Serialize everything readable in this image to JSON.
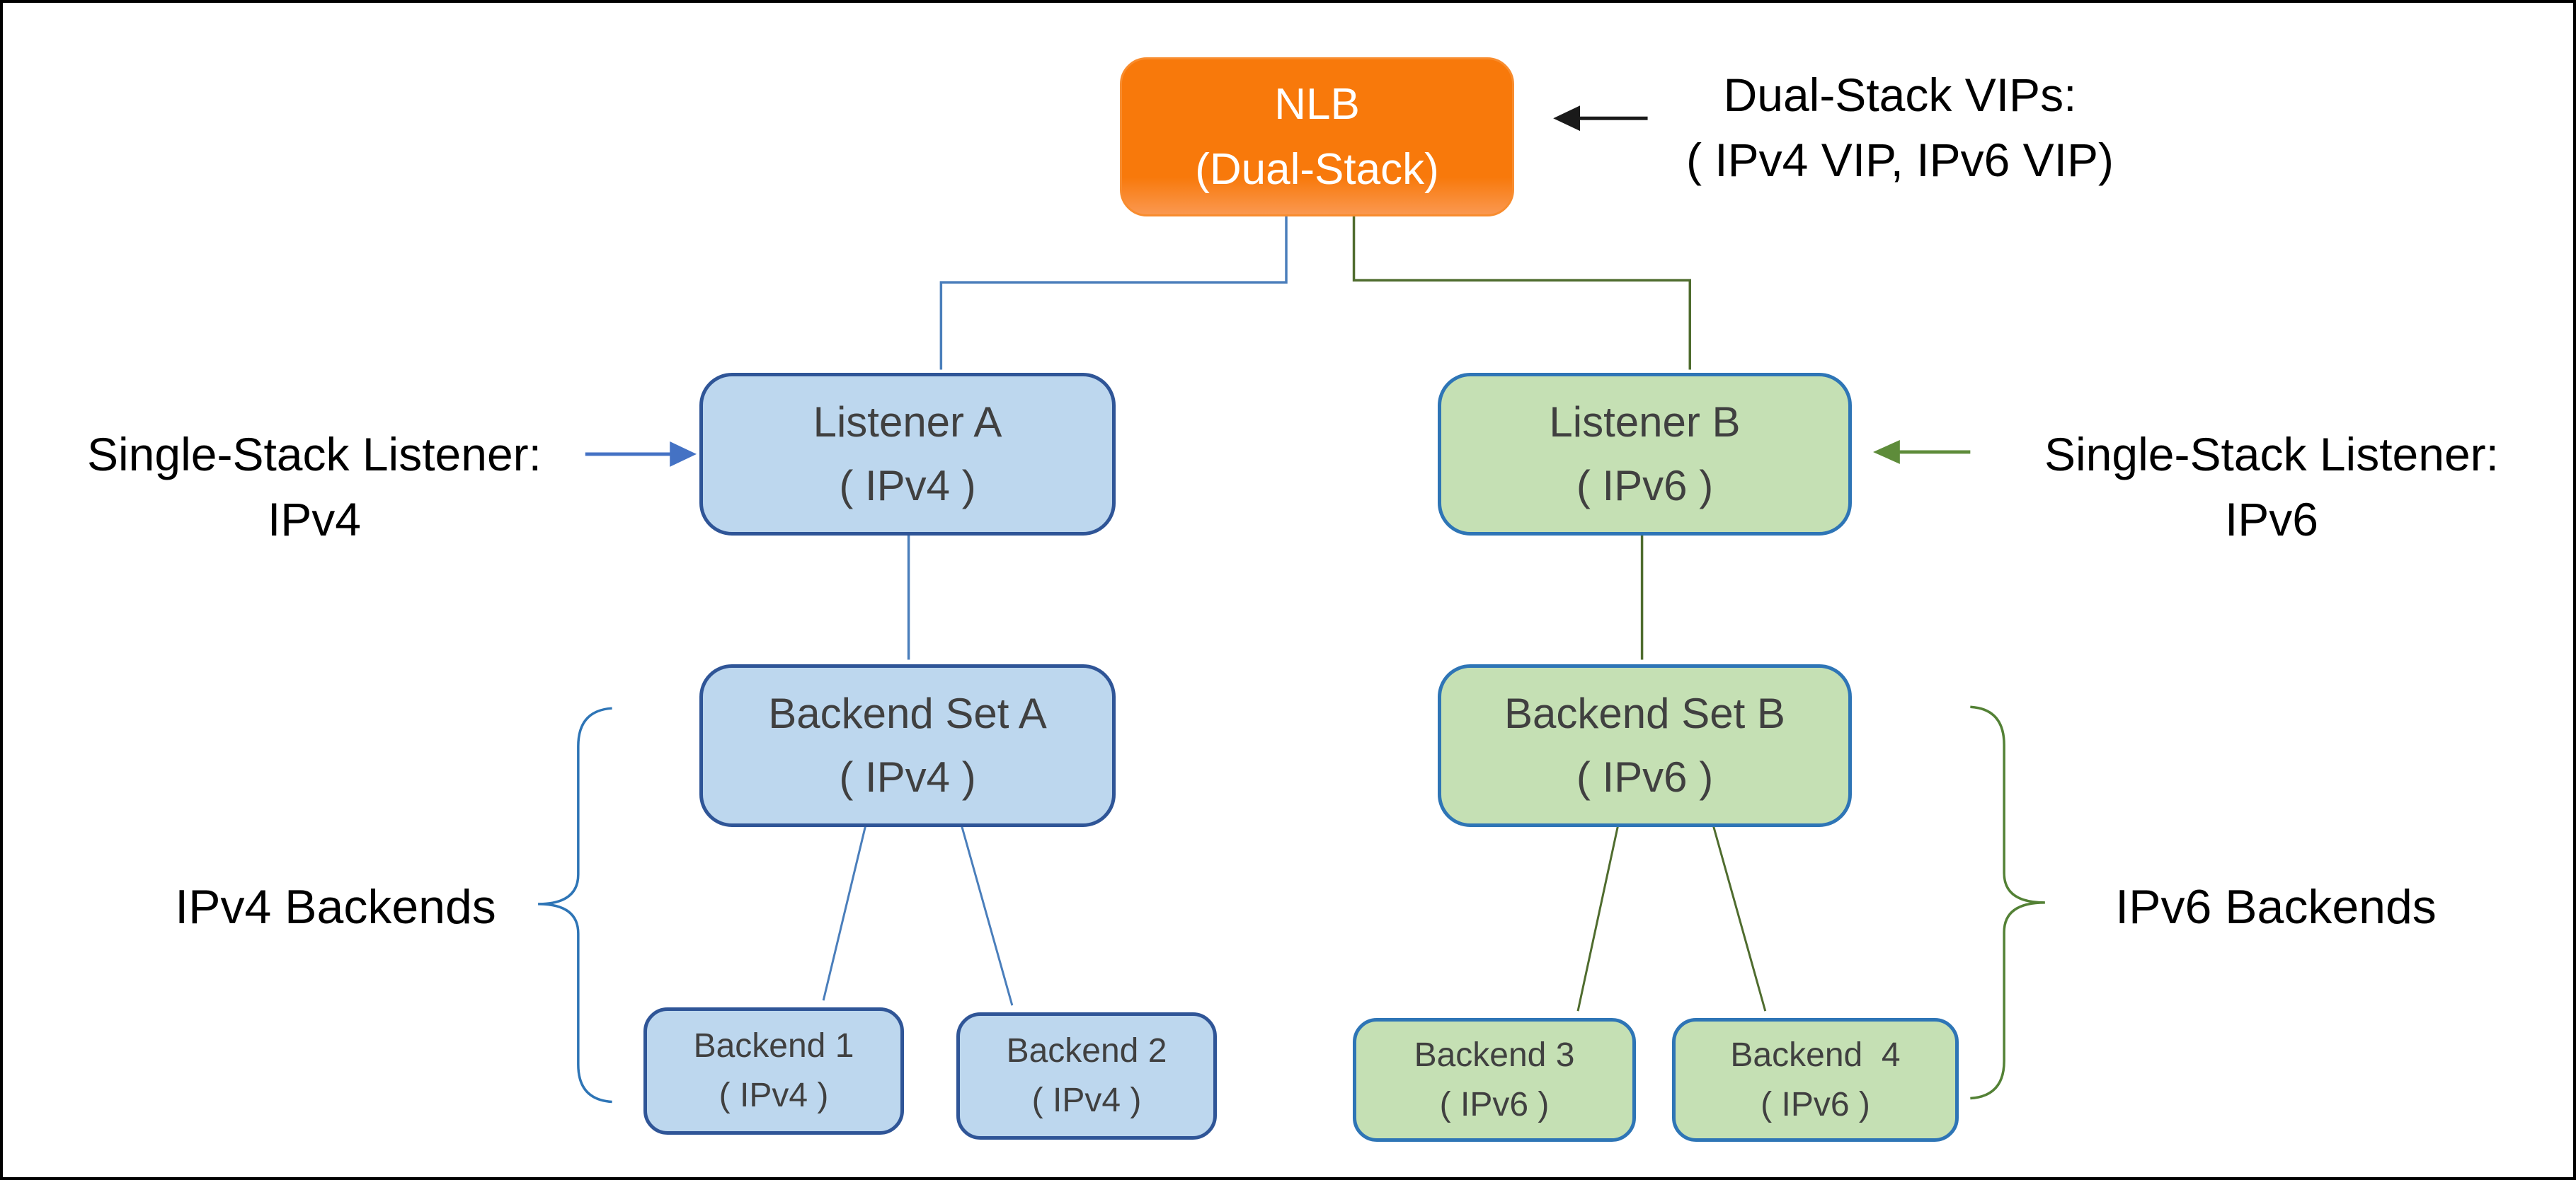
{
  "nodes": {
    "nlb": {
      "line1": "NLB",
      "line2": "(Dual-Stack)"
    },
    "listener_a": {
      "line1": "Listener A",
      "line2": "( IPv4 )"
    },
    "listener_b": {
      "line1": "Listener B",
      "line2": "( IPv6 )"
    },
    "backend_set_a": {
      "line1": "Backend Set A",
      "line2": "( IPv4 )"
    },
    "backend_set_b": {
      "line1": "Backend Set B",
      "line2": "( IPv6 )"
    },
    "backend_1": {
      "line1": "Backend 1",
      "line2": "( IPv4 )"
    },
    "backend_2": {
      "line1": "Backend 2",
      "line2": "( IPv4 )"
    },
    "backend_3": {
      "line1": "Backend 3",
      "line2": "( IPv6 )"
    },
    "backend_4": {
      "line1": "Backend  4",
      "line2": "( IPv6 )"
    }
  },
  "annotations": {
    "dual_stack_vips": {
      "line1": "Dual-Stack VIPs:",
      "line2": "( IPv4 VIP, IPv6 VIP)"
    },
    "single_stack_listener_ipv4": {
      "line1": "Single-Stack Listener:",
      "line2": "IPv4"
    },
    "single_stack_listener_ipv6": {
      "line1": "Single-Stack Listener:",
      "line2": "IPv6"
    },
    "ipv4_backends": {
      "label": "IPv4 Backends"
    },
    "ipv6_backends": {
      "label": "IPv6 Backends"
    }
  },
  "colors": {
    "nlb_fill": "#F8790B",
    "ipv4_box_fill": "#BDD7EE",
    "ipv6_box_fill": "#C5E0B4",
    "ipv4_box_border": "#2F5597",
    "ipv6_box_border": "#2E75B6",
    "ipv4_connector": "#4A7EBB",
    "ipv6_connector": "#4F6C2E",
    "annotation_arrow_black": "#1A1A1A",
    "annotation_arrow_blue": "#4472C4",
    "annotation_arrow_green": "#5E8C3A",
    "brace_ipv4": "#2E75B6",
    "brace_ipv6": "#538135",
    "node_text": "#404040",
    "label_text": "#000000",
    "nlb_text": "#FFFFFF"
  }
}
